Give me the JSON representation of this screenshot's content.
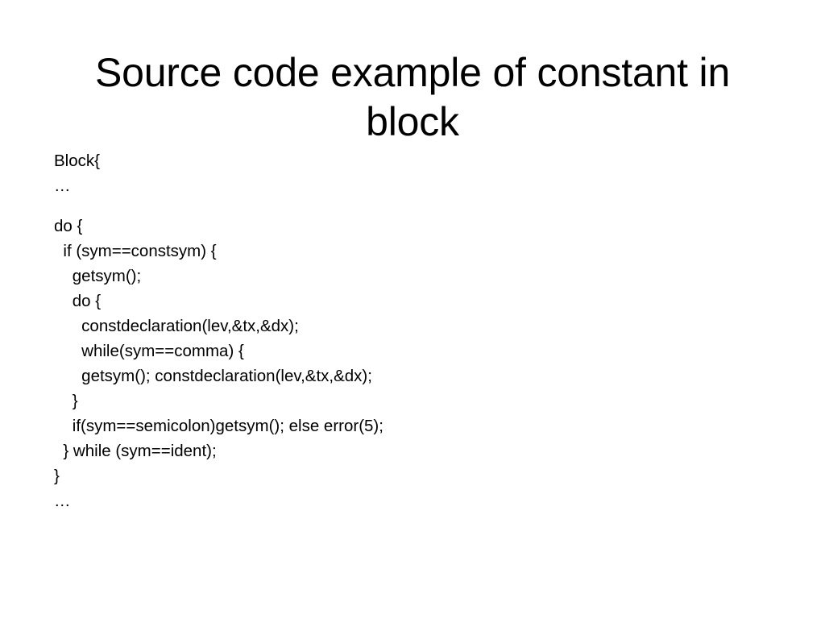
{
  "slide": {
    "background_color": "#ffffff",
    "text_color": "#000000",
    "title": "Source code example of constant in block",
    "code": {
      "lines": [
        {
          "text": "Block{",
          "blank": false
        },
        {
          "text": "…",
          "blank": false
        },
        {
          "text": "",
          "blank": true
        },
        {
          "text": "do {",
          "blank": false
        },
        {
          "text": "  if (sym==constsym) {",
          "blank": false
        },
        {
          "text": "    getsym();",
          "blank": false
        },
        {
          "text": "    do {",
          "blank": false
        },
        {
          "text": "      constdeclaration(lev,&tx,&dx);",
          "blank": false
        },
        {
          "text": "      while(sym==comma) {",
          "blank": false
        },
        {
          "text": "      getsym(); constdeclaration(lev,&tx,&dx);",
          "blank": false
        },
        {
          "text": "    }",
          "blank": false
        },
        {
          "text": "    if(sym==semicolon)getsym(); else error(5);",
          "blank": false
        },
        {
          "text": "  } while (sym==ident);",
          "blank": false
        },
        {
          "text": "}",
          "blank": false
        },
        {
          "text": "…",
          "blank": false
        }
      ]
    }
  }
}
